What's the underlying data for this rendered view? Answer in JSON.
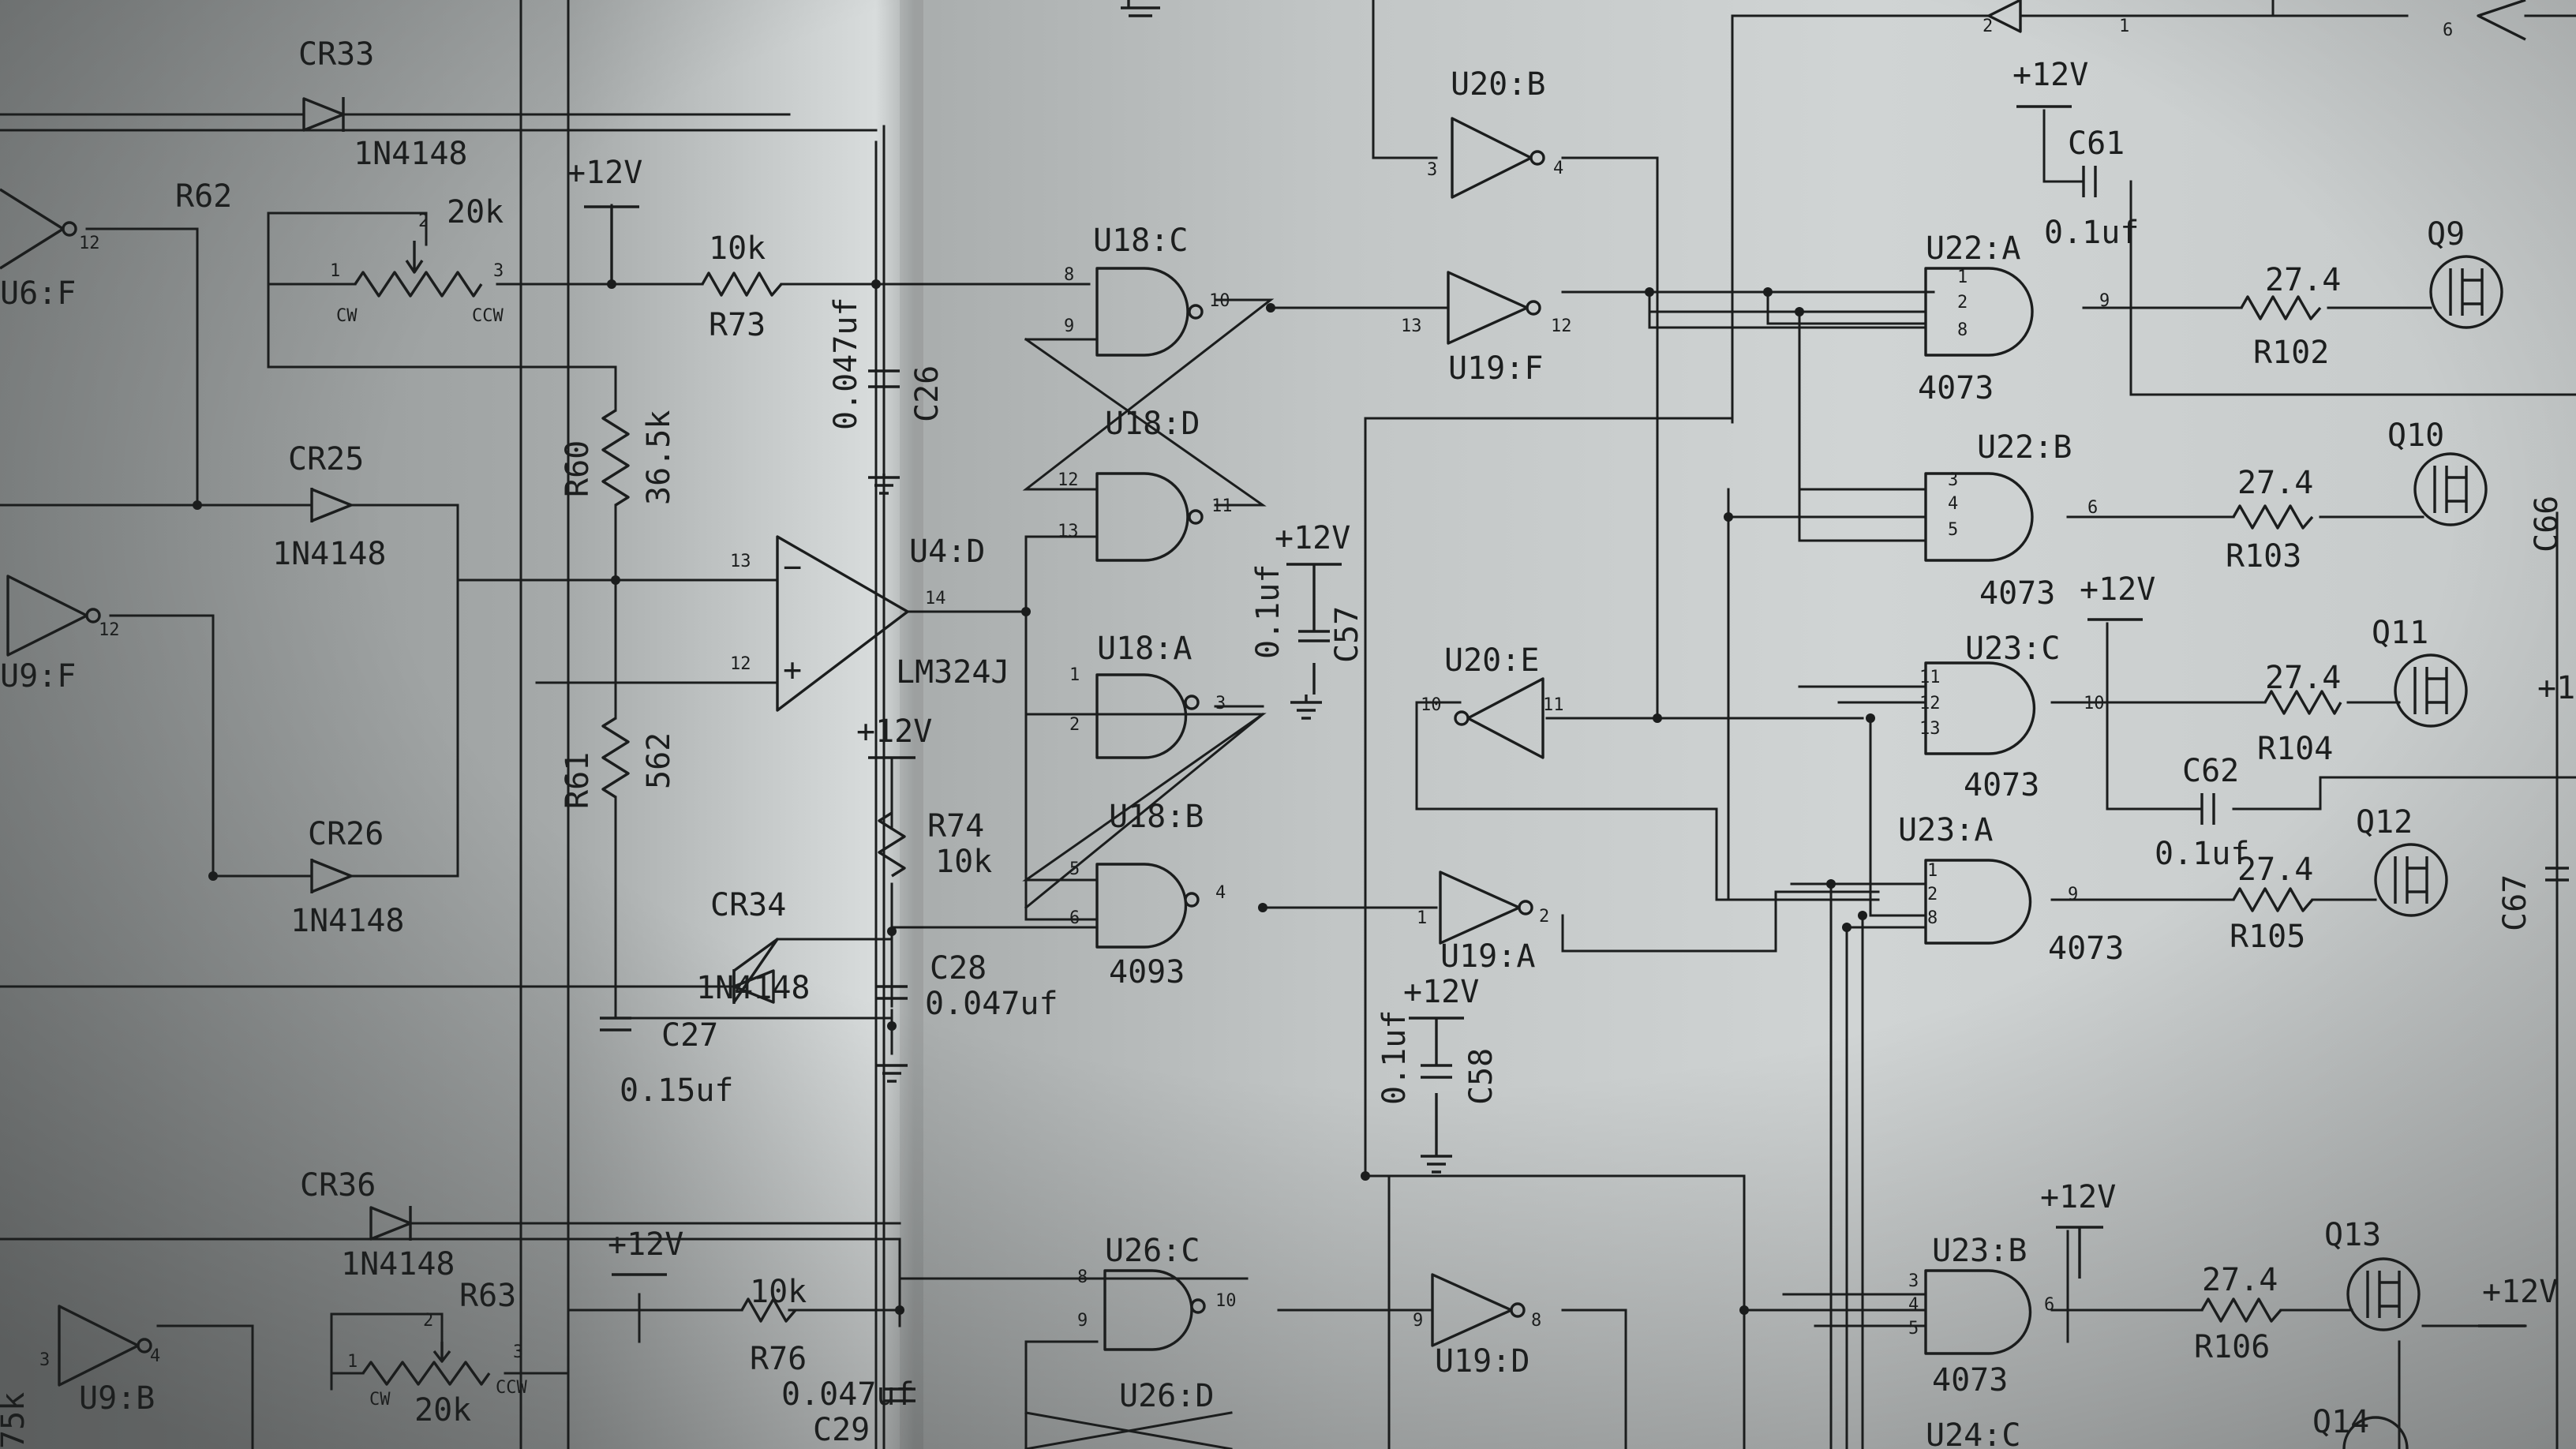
{
  "page": {
    "paper_light": "#d8dcdc",
    "paper_shadow": "#6e7272",
    "ink": "#1b1d1d"
  },
  "designators": {
    "CR33": "CR33",
    "CR25": "CR25",
    "CR26": "CR26",
    "CR34": "CR34",
    "CR36": "CR36",
    "R62": "R62",
    "R73": "R73",
    "R60": "R60",
    "R61": "R61",
    "R74": "R74",
    "R63": "R63",
    "R76": "R76",
    "R102": "R102",
    "R103": "R103",
    "R104": "R104",
    "R105": "R105",
    "R106": "R106",
    "C26": "C26",
    "C27": "C27",
    "C28": "C28",
    "C29": "C29",
    "C57": "C57",
    "C58": "C58",
    "C61": "C61",
    "C62": "C62",
    "C66": "C66",
    "C67": "C67",
    "U6F": "U6:F",
    "U9F": "U9:F",
    "U9B": "U9:B",
    "U4D": "U4:D",
    "U18C": "U18:C",
    "U18D": "U18:D",
    "U18A": "U18:A",
    "U18B": "U18:B",
    "U19F": "U19:F",
    "U19A": "U19:A",
    "U19D": "U19:D",
    "U20B": "U20:B",
    "U20E": "U20:E",
    "U22A": "U22:A",
    "U22B": "U22:B",
    "U23C": "U23:C",
    "U23A": "U23:A",
    "U23B": "U23:B",
    "U24C": "U24:C",
    "U26C": "U26:C",
    "U26D": "U26:D",
    "Q9": "Q9",
    "Q10": "Q10",
    "Q11": "Q11",
    "Q12": "Q12",
    "Q13": "Q13",
    "Q14": "Q14"
  },
  "values": {
    "diode": "1N4148",
    "pot": "20k",
    "r10k": "10k",
    "r36k5": "36.5k",
    "r562": "562",
    "r27k4": "27.4",
    "c047": "0.047uf",
    "c015": "0.15uf",
    "c01": "0.1uf",
    "supply": "+12V",
    "opamp": "LM324J",
    "and4": "4073",
    "nand": "4093",
    "pot_cw": "CW",
    "pot_ccw": "CCW",
    "r73k5": "75k"
  },
  "pins": {
    "p1": "1",
    "p2": "2",
    "p3": "3",
    "p4": "4",
    "p5": "5",
    "p6": "6",
    "p8": "8",
    "p9": "9",
    "p10": "10",
    "p11": "11",
    "p12": "12",
    "p13": "13",
    "p14": "14",
    "minus": "−",
    "plus": "+"
  }
}
